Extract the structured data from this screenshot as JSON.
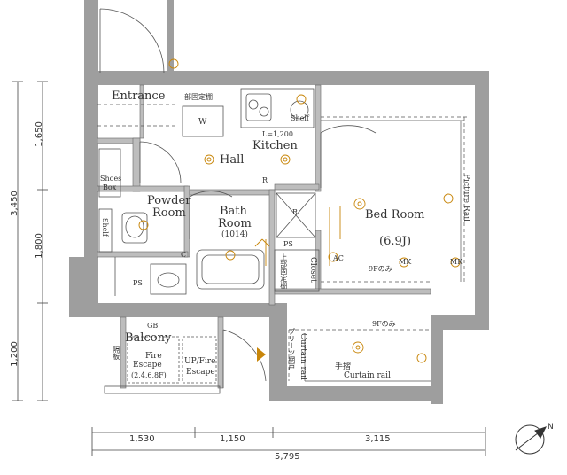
{
  "colors": {
    "wall": "#9e9e9e",
    "line": "#555555",
    "accent": "#c8860a",
    "background": "#ffffff"
  },
  "rooms": {
    "entrance": "Entrance",
    "kitchen": "Kitchen",
    "hall": "Hall",
    "bed_room": "Bed Room",
    "bed_room_size": "(6.9J)",
    "powder_room_line1": "Powder",
    "powder_room_line2": "Room",
    "bath_room_line1": "Bath",
    "bath_room_line2": "Room",
    "bath_room_size": "(1014)",
    "shoes_box_line1": "Shoes",
    "shoes_box_line2": "Box",
    "shelf_top": "Shelf",
    "shelf_left": "Shelf",
    "balcony": "Balcony",
    "fire_escape_line1": "Fire",
    "fire_escape_line2": "Escape",
    "fire_escape_note": "(2,4,6,8F)",
    "up_fire_escape_line1": "UP/Fire",
    "up_fire_escape_line2": "Escape",
    "closet": "Closet",
    "curtain_rail_vertical": "Curtain rail",
    "curtain_rail_horizontal": "Curtain rail",
    "picture_rail": "Picture Rail"
  },
  "labels": {
    "washer": "W",
    "kitchen_length": "L=1,200",
    "refrigerator_space": "R",
    "fridge_note_r": "R",
    "ps_left": "PS",
    "ps_right": "PS",
    "gb": "GB",
    "c_mark": "C",
    "fixed_shelf_top": "部固定棚",
    "upper_fixed_shelf": "上部固定棚",
    "nine_f_only_upper": "9Fのみ",
    "nine_f_only_lower": "9Fのみ",
    "pleated_screen": "プリーツ網戸",
    "handrail": "手摺",
    "partition": "隔板",
    "mk_1": "MK",
    "mk_2": "MK",
    "ac": "AC"
  },
  "dimensions": {
    "left": [
      "1,650",
      "3,450",
      "1,800",
      "1,200"
    ],
    "bottom": [
      "1,530",
      "1,150",
      "3,115"
    ],
    "bottom_total": "5,795"
  },
  "compass": {
    "icon": "north-arrow-icon",
    "label": "N"
  }
}
